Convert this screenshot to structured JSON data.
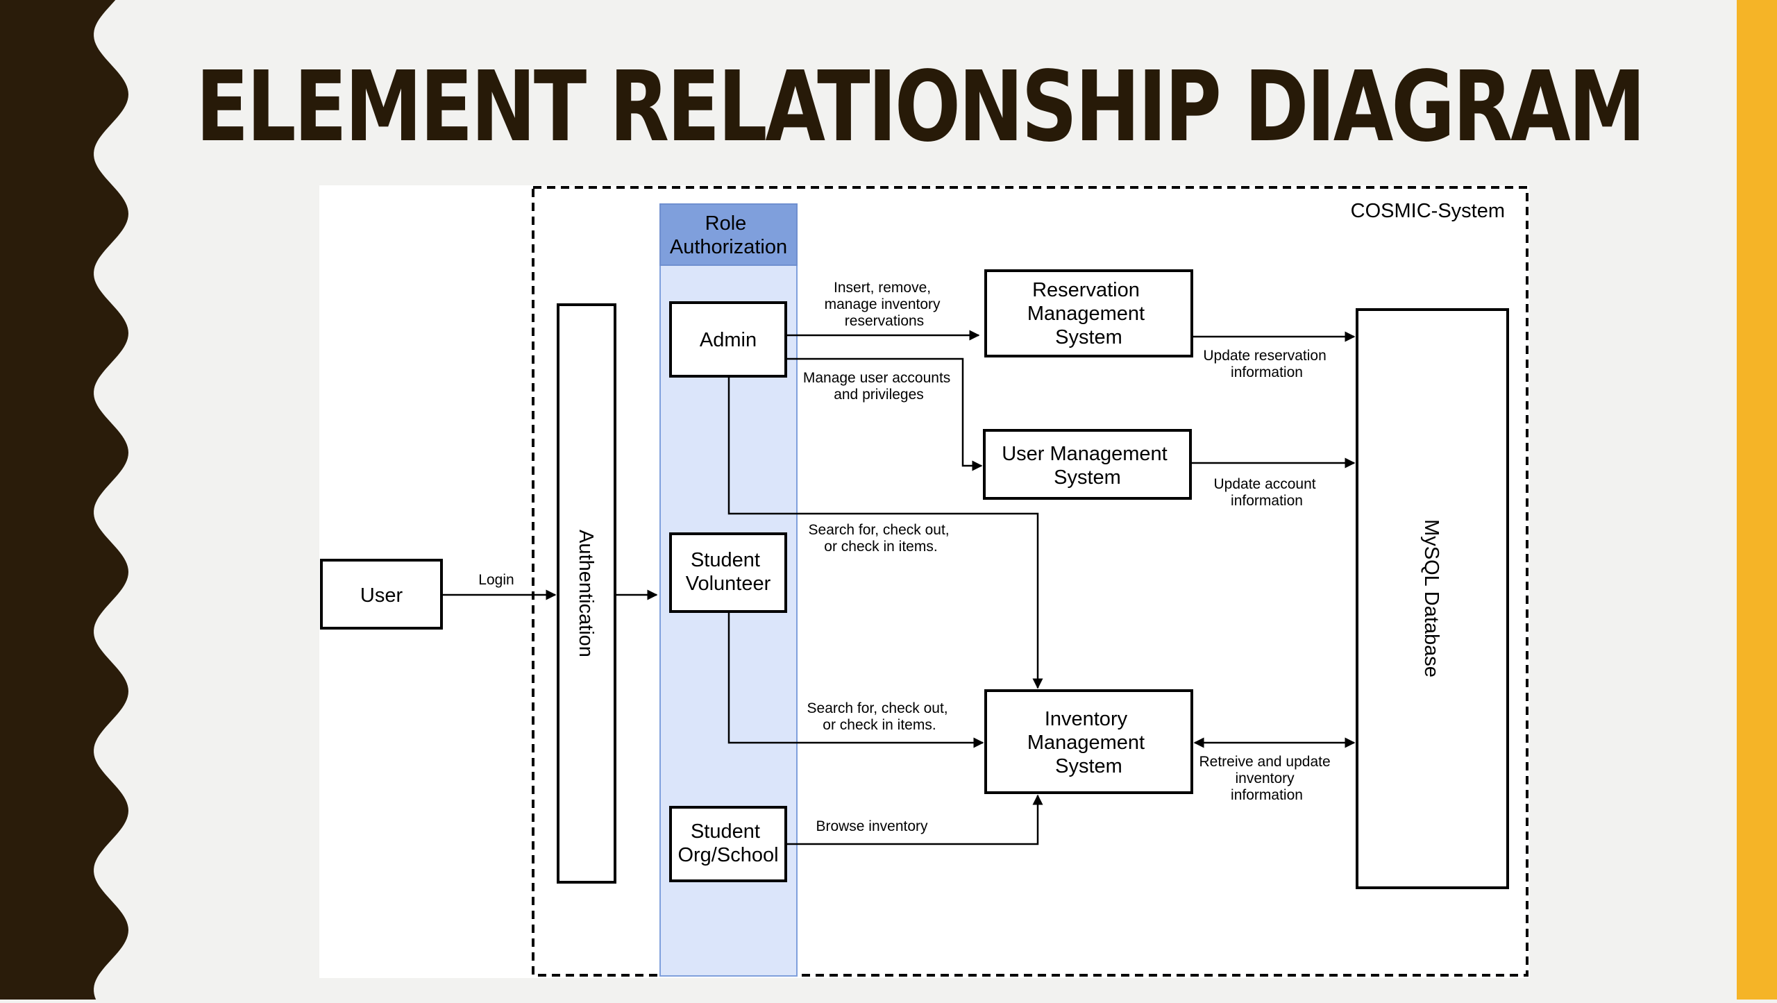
{
  "slide": {
    "title": "ELEMENT RELATIONSHIP DIAGRAM",
    "colors": {
      "left_band": "#2a1c0a",
      "right_band": "#f5b427",
      "title": "#271a08",
      "background": "#f2f2f0",
      "role_header": "#7f9fdc",
      "role_lane": "#dbe5fa"
    }
  },
  "diagram": {
    "system_label": "COSMIC-System",
    "nodes": {
      "user": [
        "User"
      ],
      "authentication": [
        "Authentication"
      ],
      "role_authorization": [
        "Role",
        "Authorization"
      ],
      "admin": [
        "Admin"
      ],
      "student_volunteer": [
        "Student",
        "Volunteer"
      ],
      "student_org": [
        "Student",
        "Org/School"
      ],
      "reservation_system": [
        "Reservation",
        "Management",
        "System"
      ],
      "user_management_system": [
        "User Management",
        "System"
      ],
      "inventory_system": [
        "Inventory",
        "Management",
        "System"
      ],
      "database": [
        "MySQL Database"
      ]
    },
    "edge_labels": {
      "login": [
        "Login"
      ],
      "admin_reservations": [
        "Insert, remove,",
        "manage inventory",
        "reservations"
      ],
      "admin_users": [
        "Manage user accounts",
        "and privileges"
      ],
      "admin_inventory": [
        "Search for, check out,",
        "or check in items."
      ],
      "volunteer_inventory": [
        "Search for, check out,",
        "or check in items."
      ],
      "org_inventory": [
        "Browse inventory"
      ],
      "reservation_db": [
        "Update reservation",
        "information"
      ],
      "usermgmt_db": [
        "Update account",
        "information"
      ],
      "inventory_db": [
        "Retreive and update",
        "inventory",
        "information"
      ]
    }
  }
}
